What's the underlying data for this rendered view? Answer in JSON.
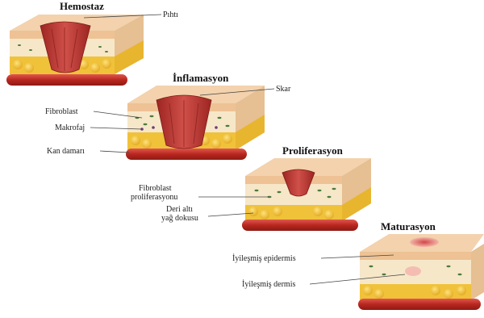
{
  "stages": [
    {
      "title": "Hemostaz",
      "labels": [
        "Pıhtı"
      ]
    },
    {
      "title": "İnflamasyon",
      "labels": [
        "Skar",
        "Fibroblast",
        "Makrofaj",
        "Kan damarı"
      ]
    },
    {
      "title": "Proliferasyon",
      "labels": [
        "Fibroblast",
        "proliferasyonu",
        "Deri altı",
        "yağ dokusu"
      ]
    },
    {
      "title": "Maturasyon",
      "labels": [
        "İyileşmiş epidermis",
        "İyileşmiş dermis"
      ]
    }
  ],
  "colors": {
    "epidermis": "#f1c79a",
    "dermis": "#f5e6c8",
    "fat": "#f2c230",
    "vessel": "#c8322d",
    "clot": "#c23a35",
    "side": "#e2b98e"
  }
}
